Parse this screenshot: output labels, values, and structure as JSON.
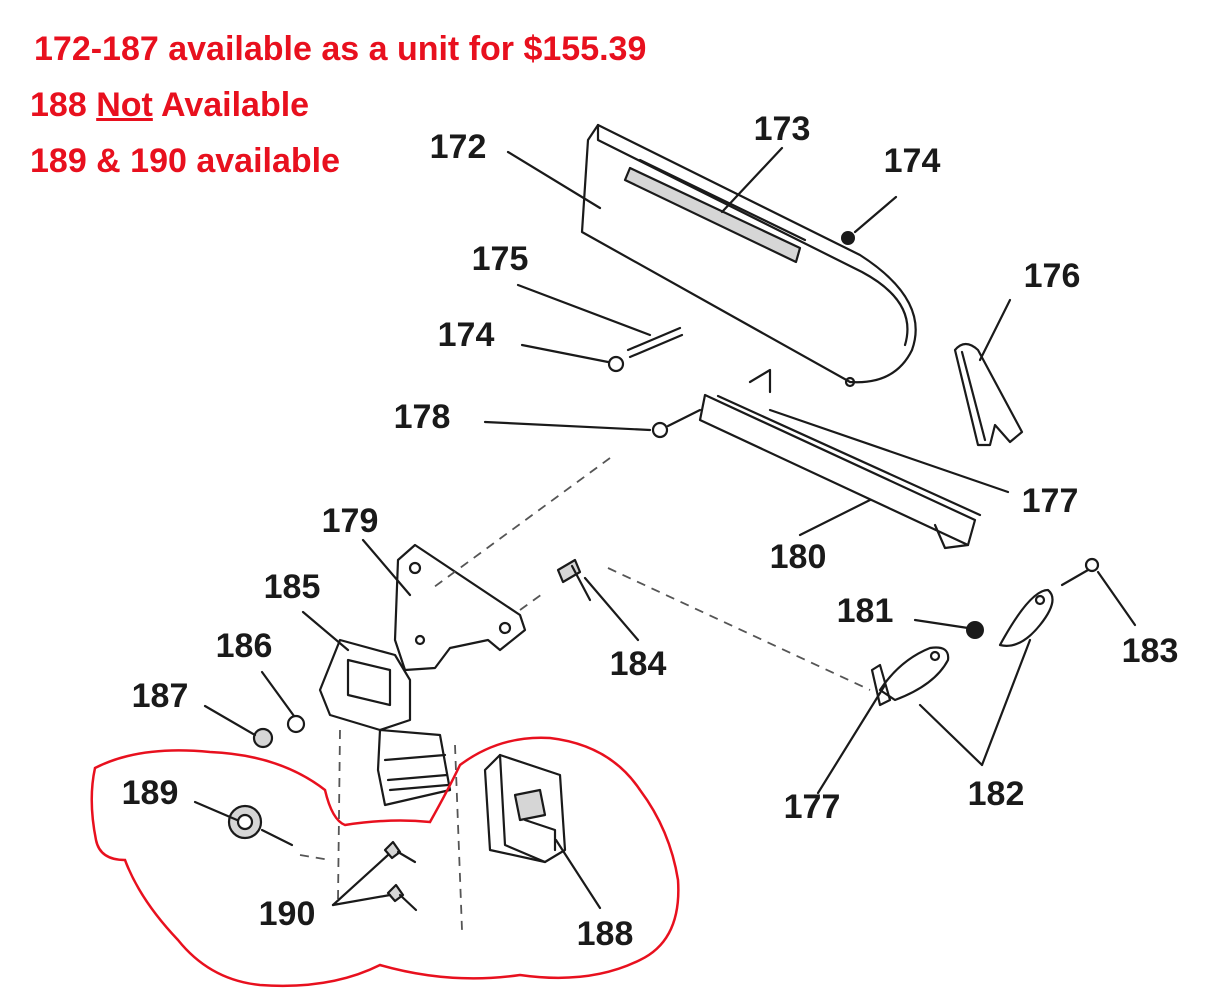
{
  "notes": {
    "line1": "172-187 available as a unit for $155.39",
    "line2_prefix": "188 ",
    "line2_emph": "Not",
    "line2_suffix": " Available",
    "line3": "189 & 190 available"
  },
  "parts": {
    "p172": "172",
    "p173": "173",
    "p174a": "174",
    "p174b": "174",
    "p175": "175",
    "p176": "176",
    "p177a": "177",
    "p177b": "177",
    "p178": "178",
    "p179": "179",
    "p180": "180",
    "p181": "181",
    "p182": "182",
    "p183": "183",
    "p184": "184",
    "p185": "185",
    "p186": "186",
    "p187": "187",
    "p188": "188",
    "p189": "189",
    "p190": "190"
  },
  "colors": {
    "note": "#e8101e",
    "outline": "#e8101e",
    "ink": "#1a1a1a"
  }
}
